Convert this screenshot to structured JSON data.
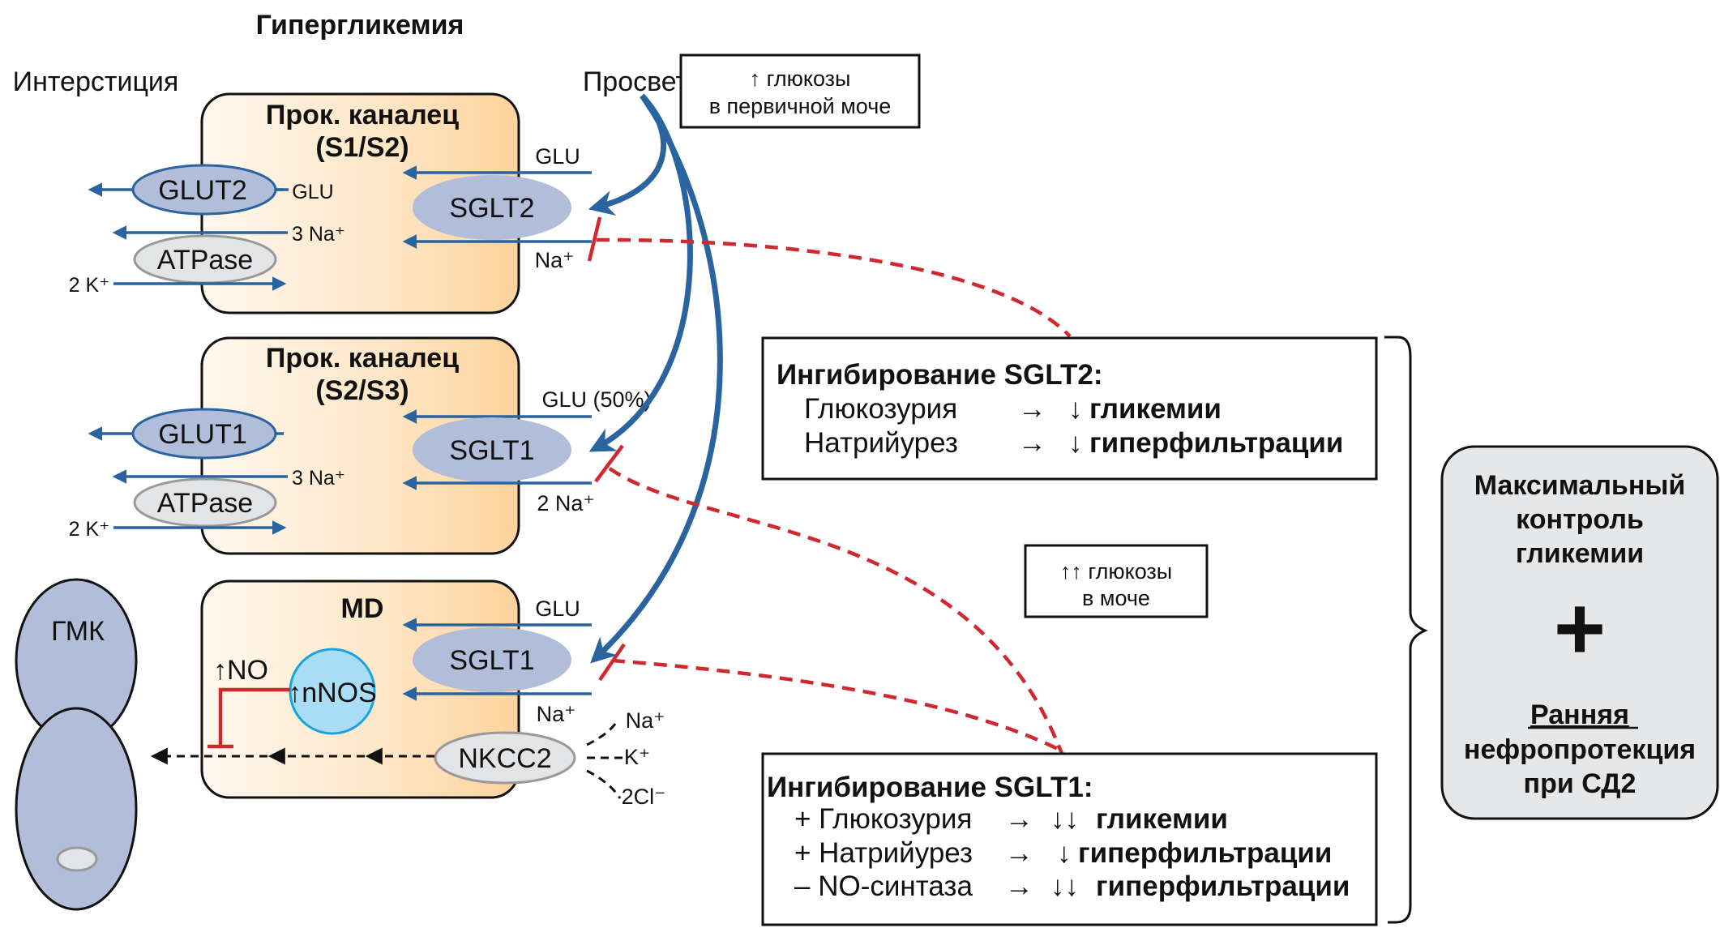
{
  "title": "Гипергликемия",
  "labels": {
    "interstitium": "Интерстиция",
    "lumen": "Просвет"
  },
  "glucose_box_primary": {
    "line1": "↑ глюкозы",
    "line2": "в первичной моче"
  },
  "glucose_box_urine": {
    "line1": "↑↑ глюкозы",
    "line2": "в моче"
  },
  "tubule_s1s2": {
    "title1": "Прок. каналец",
    "title2": "(S1/S2)",
    "basolateral_transporter": "GLUT2",
    "pump": "ATPase",
    "apical_transporter": "SGLT2",
    "glu_lumen": "GLU",
    "glu_baso": "GLU",
    "na_lumen": "Na⁺",
    "na_baso": "3 Na⁺",
    "k_baso": "2 K⁺"
  },
  "tubule_s2s3": {
    "title1": "Прок. каналец",
    "title2": "(S2/S3)",
    "basolateral_transporter": "GLUT1",
    "pump": "ATPase",
    "apical_transporter": "SGLT1",
    "glu_lumen": "GLU (50%)",
    "na_lumen": "2 Na⁺",
    "na_baso": "3 Na⁺",
    "k_baso": "2 K⁺"
  },
  "macula_densa": {
    "title": "MD",
    "apical_transporter": "SGLT1",
    "enzyme": "↑nNOS",
    "no_label": "↑NO",
    "cotransporter": "NKCC2",
    "glu_lumen": "GLU",
    "na_lumen": "Na⁺",
    "ions": [
      "Na⁺",
      "K⁺",
      "2Cl⁻"
    ]
  },
  "smooth_muscle_cell": {
    "label": "ГМК"
  },
  "sglt2_inhibition": {
    "heading": "Ингибирование SGLT2:",
    "rows": [
      {
        "cause": "Глюкозурия",
        "arrow": "→",
        "effect_symbol": "↓",
        "effect": "гликемии"
      },
      {
        "cause": "Натрийурез",
        "arrow": "→",
        "effect_symbol": "↓",
        "effect": "гиперфильтрации"
      }
    ]
  },
  "sglt1_inhibition": {
    "heading": "Ингибирование SGLT1:",
    "rows": [
      {
        "cause": "+ Глюкозурия",
        "arrow": "→",
        "effect_symbol": "↓↓",
        "effect": "гликемии"
      },
      {
        "cause": "+ Натрийурез",
        "arrow": "→",
        "effect_symbol": "↓",
        "effect": "гиперфильтрации"
      },
      {
        "cause": "– NO-синтаза",
        "arrow": "→",
        "effect_symbol": "↓↓",
        "effect": "гиперфильтрации"
      }
    ]
  },
  "outcome": {
    "line1": "Максимальный",
    "line2": "контроль",
    "line3": "гликемии",
    "plus": "+",
    "line4": "Ранняя",
    "line5": "нефропротекция",
    "line6": "при СД2"
  },
  "colors": {
    "transport_arrow": "#2a64a0",
    "inhibition": "#d0282f",
    "transporter_fill": "#b1bdd9",
    "pump_fill": "#e3e4e6",
    "nnos_fill": "#a9dcf5",
    "tubule_fill_start": "#fff8ef",
    "tubule_fill_end": "#fdd6a2",
    "outcome_fill": "#e6e7e8"
  }
}
